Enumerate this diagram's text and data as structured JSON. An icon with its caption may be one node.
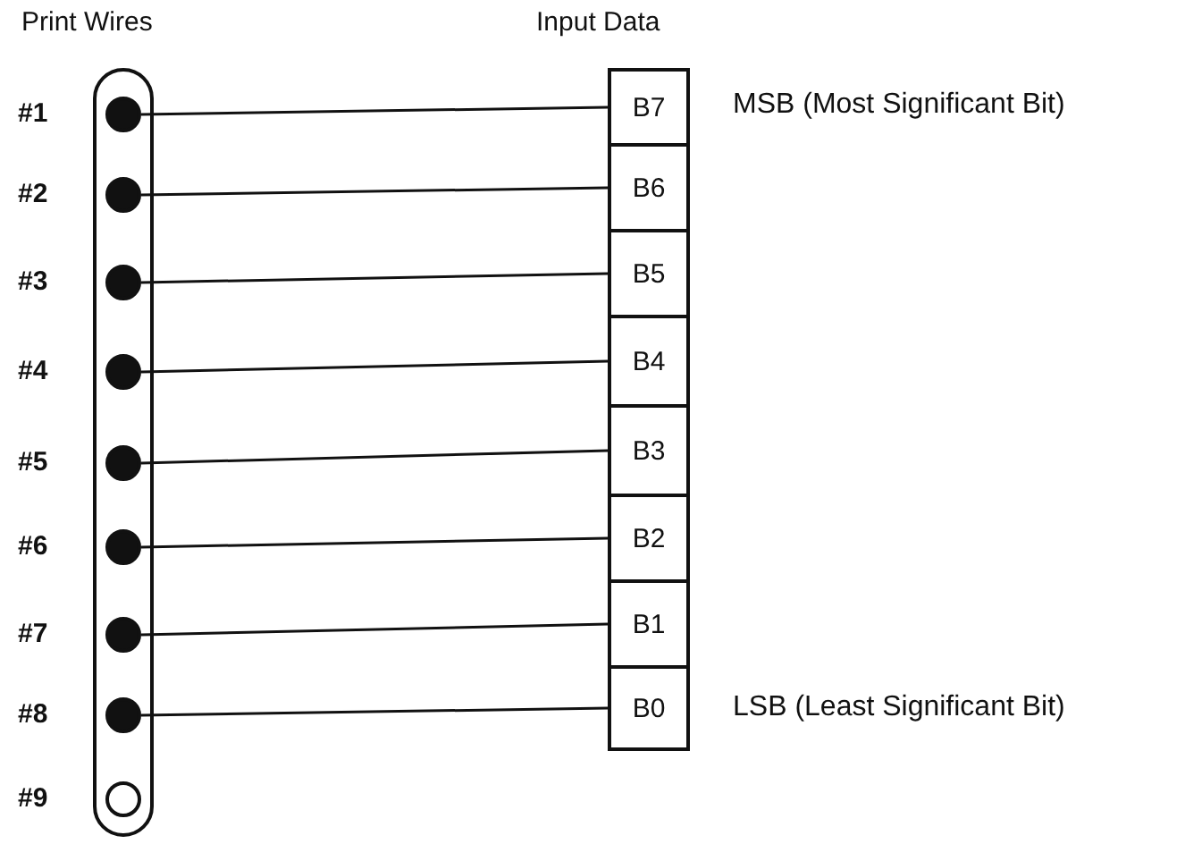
{
  "diagram": {
    "nodes": [
      {
        "text": [
          "Print Wires"
        ]
      },
      {
        "text": [],
        "shape": "dot",
        "in": 0,
        "beside": [
          "#1"
        ]
      },
      {
        "text": [],
        "shape": "dot",
        "in": 0,
        "beside": [
          "#2"
        ]
      },
      {
        "text": [],
        "shape": "dot",
        "in": 0,
        "beside": [
          "#3"
        ]
      },
      {
        "text": [],
        "shape": "dot",
        "in": 0,
        "beside": [
          "#4"
        ]
      },
      {
        "text": [],
        "shape": "dot",
        "in": 0,
        "beside": [
          "#5"
        ]
      },
      {
        "text": [],
        "shape": "dot",
        "in": 0,
        "beside": [
          "#6"
        ]
      },
      {
        "text": [],
        "shape": "dot",
        "in": 0,
        "beside": [
          "#7"
        ]
      },
      {
        "text": [],
        "shape": "dot",
        "in": 0,
        "beside": [
          "#8"
        ]
      },
      {
        "text": [],
        "shape": "circle",
        "in": 0,
        "beside": [
          "#9"
        ]
      },
      {
        "text": [
          "Input Data"
        ]
      },
      {
        "text": [
          "B7"
        ],
        "in": 10,
        "beside": [
          "MSB (Most Significant Bit)"
        ]
      },
      {
        "text": [
          "B6"
        ],
        "in": 10
      },
      {
        "text": [
          "B5"
        ],
        "in": 10
      },
      {
        "text": [
          "B4"
        ],
        "in": 10
      },
      {
        "text": [
          "B3"
        ],
        "in": 10
      },
      {
        "text": [
          "B2"
        ],
        "in": 10
      },
      {
        "text": [
          "B1"
        ],
        "in": 10
      },
      {
        "text": [
          "B0"
        ],
        "in": 10,
        "beside": [
          "LSB (Least Significant Bit)"
        ]
      }
    ],
    "edges": [
      {
        "from": 1,
        "to": 11,
        "arrow": "none"
      },
      {
        "from": 2,
        "to": 12,
        "arrow": "none"
      },
      {
        "from": 3,
        "to": 13,
        "arrow": "none"
      },
      {
        "from": 4,
        "to": 14,
        "arrow": "none"
      },
      {
        "from": 5,
        "to": 15,
        "arrow": "none"
      },
      {
        "from": 6,
        "to": 16,
        "arrow": "none"
      },
      {
        "from": 7,
        "to": 17,
        "arrow": "none"
      },
      {
        "from": 8,
        "to": 18,
        "arrow": "none"
      }
    ]
  }
}
